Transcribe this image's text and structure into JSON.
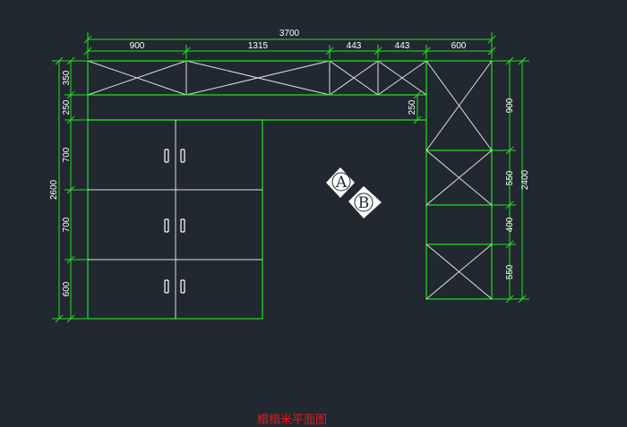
{
  "drawing": {
    "title": "榻榻米平面图",
    "colors": {
      "background": "#212830",
      "outline": "#22e022",
      "detail": "#e8e8e8",
      "text": "#ffffff",
      "title": "#e8191e"
    }
  },
  "dimensions": {
    "overall_width": "3700",
    "top_segments": [
      "900",
      "1315",
      "443",
      "443",
      "600"
    ],
    "left_overall": "2600",
    "left_segments": [
      "350",
      "250",
      "700",
      "700",
      "600"
    ],
    "inner_right": "250",
    "right_overall": "2400",
    "right_segments": [
      "900",
      "550",
      "400",
      "550"
    ]
  },
  "markers": {
    "a_label": "A",
    "b_label": "B"
  }
}
